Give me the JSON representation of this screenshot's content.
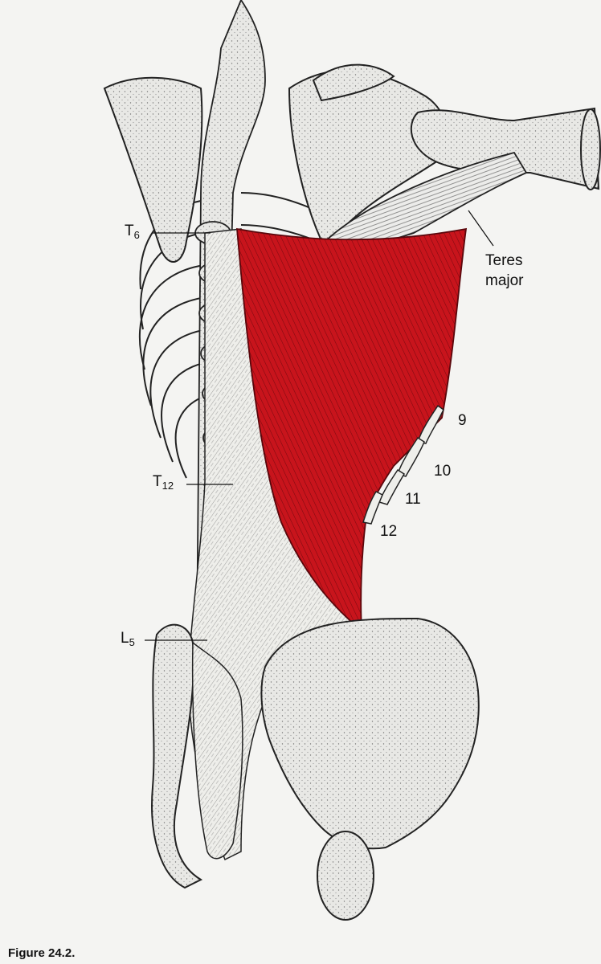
{
  "labels": {
    "t6": {
      "main": "T",
      "sub": "6"
    },
    "t12": {
      "main": "T",
      "sub": "12"
    },
    "l5": {
      "main": "L",
      "sub": "5"
    },
    "teres_line1": "Teres",
    "teres_line2": "major",
    "rib9": "9",
    "rib10": "10",
    "rib11": "11",
    "rib12": "12"
  },
  "caption": "Figure 24.2.",
  "colors": {
    "muscle": "#c8141c",
    "muscle_dark": "#7a0a10",
    "bone": "#e9e9e6",
    "bone_outline": "#222222",
    "background": "#f4f4f2"
  }
}
